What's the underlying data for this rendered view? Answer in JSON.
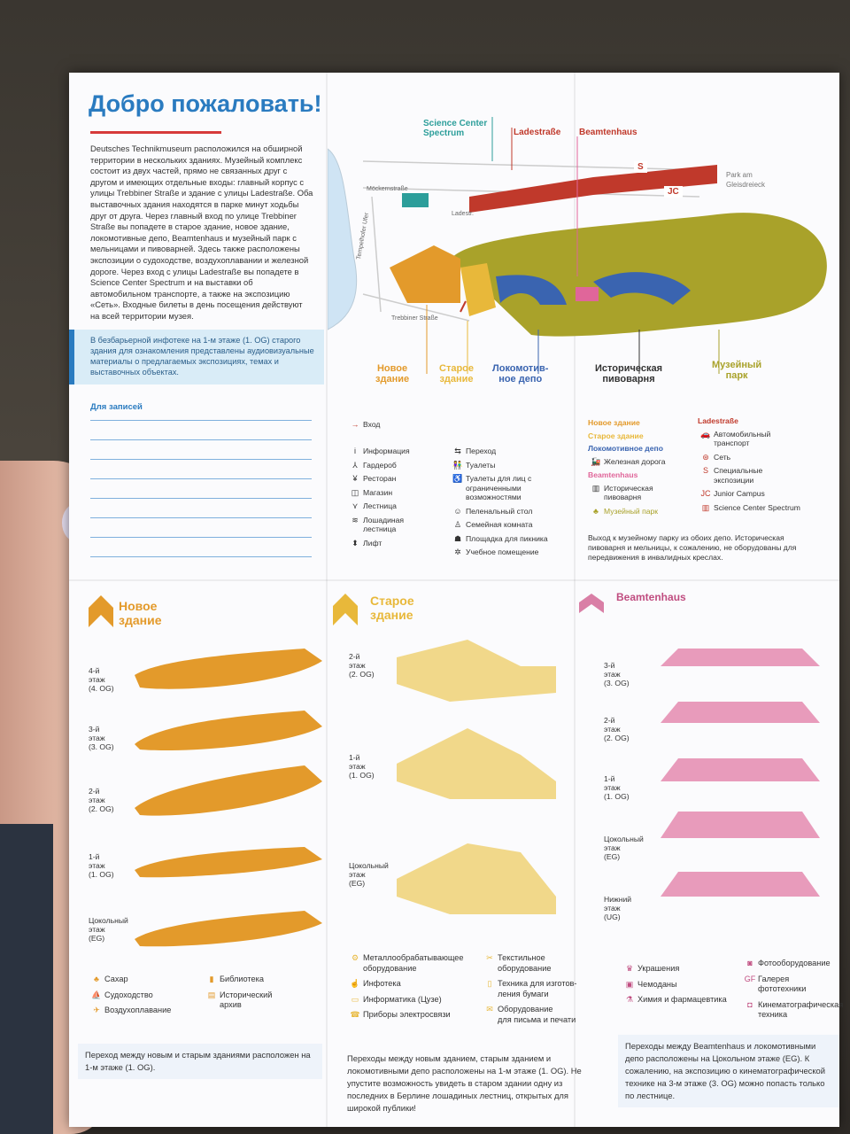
{
  "welcome": {
    "title": "Добро пожаловать!",
    "text": "Deutsches Technikmuseum расположился на обширной территории в нескольких зданиях. Музейный комплекс состоит из двух частей, прямо не связанных друг с другом и имеющих отдельные входы: главный корпус с улицы Trebbiner Straße и здание с улицы Ladestraße. Оба выставочных здания находятся в парке минут ходьбы друг от друга. Через главный вход по улице Trebbiner Straße вы попадете в старое здание, новое здание, локомотивные депо, Beamtenhaus и музейный парк с мельницами и пивоварней. Здесь также расположены экспозиции о судоходстве, воздухоплавании и железной дороге. Через вход с улицы Ladestraße вы попадете в Science Center Spectrum и на выставки об автомобильном транспорте, а также на экспозицию «Сеть». Входные билеты в день посещения действуют на всей территории музея.",
    "info_box": "В безбарьерной инфотеке на 1-м этаже (1. OG) старого здания для ознакомления представлены аудиовизуальные материалы о предлагаемых экспозициях, темах и выставочных объектах.",
    "notes_label": "Для записей"
  },
  "map": {
    "top_labels": {
      "science_center": "Science Center\nSpectrum",
      "ladestrasse": "Ladestraße",
      "beamtenhaus": "Beamtenhaus",
      "park_gleisdreieck": "Park am\nGleisdreieck"
    },
    "streets": {
      "moeckernstrasse": "Möckernstraße",
      "ladestr": "Ladestr.",
      "tempelhofer_ufer": "Tempelhofer Ufer",
      "trebbiner_strasse": "Trebbiner Straße"
    },
    "building_markers": {
      "s": "S",
      "jc": "JC"
    },
    "bottom_labels": [
      {
        "text": "Новое\nздание",
        "color": "#e39a2b"
      },
      {
        "text": "Старое\nздание",
        "color": "#e8b83a"
      },
      {
        "text": "Локомотив-\nное депо",
        "color": "#3a64b0"
      },
      {
        "text": "Историческая\nпивоварня",
        "color": "#333333"
      },
      {
        "text": "Музейный\nпарк",
        "color": "#a9a22a"
      }
    ]
  },
  "legend": {
    "entrance": "Вход",
    "col1": [
      {
        "icon": "i",
        "label": "Информация"
      },
      {
        "icon": "⅄",
        "label": "Гардероб"
      },
      {
        "icon": "¥",
        "label": "Ресторан"
      },
      {
        "icon": "◫",
        "label": "Магазин"
      },
      {
        "icon": "⋎",
        "label": "Лестница"
      },
      {
        "icon": "≋",
        "label": "Лошадиная\nлестница"
      },
      {
        "icon": "⬍",
        "label": "Лифт"
      }
    ],
    "col2": [
      {
        "icon": "⇆",
        "label": "Переход"
      },
      {
        "icon": "👫",
        "label": "Туалеты"
      },
      {
        "icon": "♿",
        "label": "Туалеты для лиц с\nограниченными\nвозможностями"
      },
      {
        "icon": "☺",
        "label": "Пеленальный стол"
      },
      {
        "icon": "♙",
        "label": "Семейная комната"
      },
      {
        "icon": "☗",
        "label": "Площадка для пикника"
      },
      {
        "icon": "✲",
        "label": "Учебное помещение"
      }
    ],
    "categories": {
      "new_building": "Новое здание",
      "old_building": "Старое здание",
      "depot": "Локомотивное депо",
      "depot_item": "Железная дорога",
      "beamtenhaus": "Beamtenhaus",
      "brewery": "Историческая\nпивоварня",
      "museum_park": "Музейный парк",
      "ladestrasse": "Ladestraße",
      "ladestrasse_items": [
        {
          "icon": "🚗",
          "label": "Автомобильный\nтранспорт"
        },
        {
          "icon": "⊛",
          "label": "Сеть"
        },
        {
          "icon": "S",
          "label": "Специальные\nэкспозиции"
        },
        {
          "icon": "JC",
          "label": "Junior Campus"
        },
        {
          "icon": "▥",
          "label": "Science Center Spectrum"
        }
      ]
    },
    "museum_note": "Выход к музейному парку из обоих депо. Историческая пивоварня и мельницы, к сожалению, не оборудованы для передвижения в инвалидных креслах."
  },
  "new_building": {
    "title": "Новое\nздание",
    "floors": [
      "4-й\nэтаж\n(4. OG)",
      "3-й\nэтаж\n(3. OG)",
      "2-й\nэтаж\n(2. OG)",
      "1-й\nэтаж\n(1. OG)",
      "Цокольный\nэтаж\n(EG)"
    ],
    "legend": [
      {
        "icon": "♣",
        "label": "Сахар"
      },
      {
        "icon": "⛵",
        "label": "Судоходство"
      },
      {
        "icon": "✈",
        "label": "Воздухоплавание"
      },
      {
        "icon": "▮",
        "label": "Библиотека"
      },
      {
        "icon": "▤",
        "label": "Исторический\nархив"
      }
    ],
    "note": "Переход между новым и старым зданиями расположен на 1-м этаже (1. OG)."
  },
  "old_building": {
    "title": "Старое\nздание",
    "floors": [
      "2-й\nэтаж\n(2. OG)",
      "1-й\nэтаж\n(1. OG)",
      "Цокольный\nэтаж\n(EG)"
    ],
    "legend": [
      {
        "icon": "⚙",
        "label": "Металлообрабатывающее\nоборудование"
      },
      {
        "icon": "☝",
        "label": "Инфотека"
      },
      {
        "icon": "▭",
        "label": "Информатика (Цузе)"
      },
      {
        "icon": "☎",
        "label": "Приборы электросвязи"
      },
      {
        "icon": "✂",
        "label": "Текстильное\nоборудование"
      },
      {
        "icon": "▯",
        "label": "Техника для изготов-\nления бумаги"
      },
      {
        "icon": "✉",
        "label": "Оборудование\nдля письма и печати"
      }
    ],
    "note": "Переходы между новым зданием, старым зданием и локомотивными депо расположены на 1-м этаже (1. OG). Не упустите возможность увидеть в старом здании одну из последних в Берлине лошадиных лестниц, открытых для широкой публики!"
  },
  "beamtenhaus": {
    "title": "Beamtenhaus",
    "floors": [
      "3-й\nэтаж\n(3. OG)",
      "2-й\nэтаж\n(2. OG)",
      "1-й\nэтаж\n(1. OG)",
      "Цокольный\nэтаж\n(EG)",
      "Нижний\nэтаж\n(UG)"
    ],
    "legend": [
      {
        "icon": "♛",
        "label": "Украшения"
      },
      {
        "icon": "▣",
        "label": "Чемоданы"
      },
      {
        "icon": "⚗",
        "label": "Химия и фармацевтика"
      },
      {
        "icon": "◙",
        "label": "Фотооборудование"
      },
      {
        "icon": "GF",
        "label": "Галерея фототехники"
      },
      {
        "icon": "◘",
        "label": "Кинематографическая\nтехника"
      }
    ],
    "note": "Переходы между Beamtenhaus и локомотивными депо расположены на Цокольном этаже (EG). К сожалению, на экспозицию о кинематографической технике на 3-м этаже (3. OG) можно попасть только по лестнице."
  },
  "colors": {
    "blue": "#2a7bc0",
    "red": "#d63a3a",
    "orange": "#e39a2b",
    "yellow": "#e8b83a",
    "pink": "#d97fa6",
    "green": "#a9a22a"
  }
}
